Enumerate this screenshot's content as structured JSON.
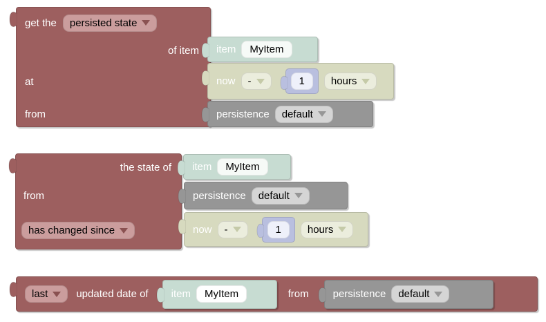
{
  "colors": {
    "canvas": "#ffffff",
    "maroon": "#9d5f5f",
    "maroon_dropdown": "#cb9d9d",
    "teal": "#c7dcd2",
    "olive": "#d7dabf",
    "gray": "#969696",
    "purple": "#b9bfdf",
    "field": "#f6faf7"
  },
  "g1": {
    "prefix": "get the",
    "state_type": "persisted state",
    "of_item": "of item",
    "at": "at",
    "from": "from",
    "item": {
      "label": "item",
      "name": "MyItem"
    },
    "time": {
      "anchor": "now",
      "op": "-",
      "qty": "1",
      "unit": "hours"
    },
    "persistence": {
      "label": "persistence",
      "service": "default"
    }
  },
  "g2": {
    "the_state_of": "the state of",
    "from": "from",
    "condition": "has changed since",
    "item": {
      "label": "item",
      "name": "MyItem"
    },
    "persistence": {
      "label": "persistence",
      "service": "default"
    },
    "time": {
      "anchor": "now",
      "op": "-",
      "qty": "1",
      "unit": "hours"
    }
  },
  "g3": {
    "which": "last",
    "updated_date_of": "updated date of",
    "from": "from",
    "item": {
      "label": "item",
      "name": "MyItem"
    },
    "persistence": {
      "label": "persistence",
      "service": "default"
    }
  }
}
